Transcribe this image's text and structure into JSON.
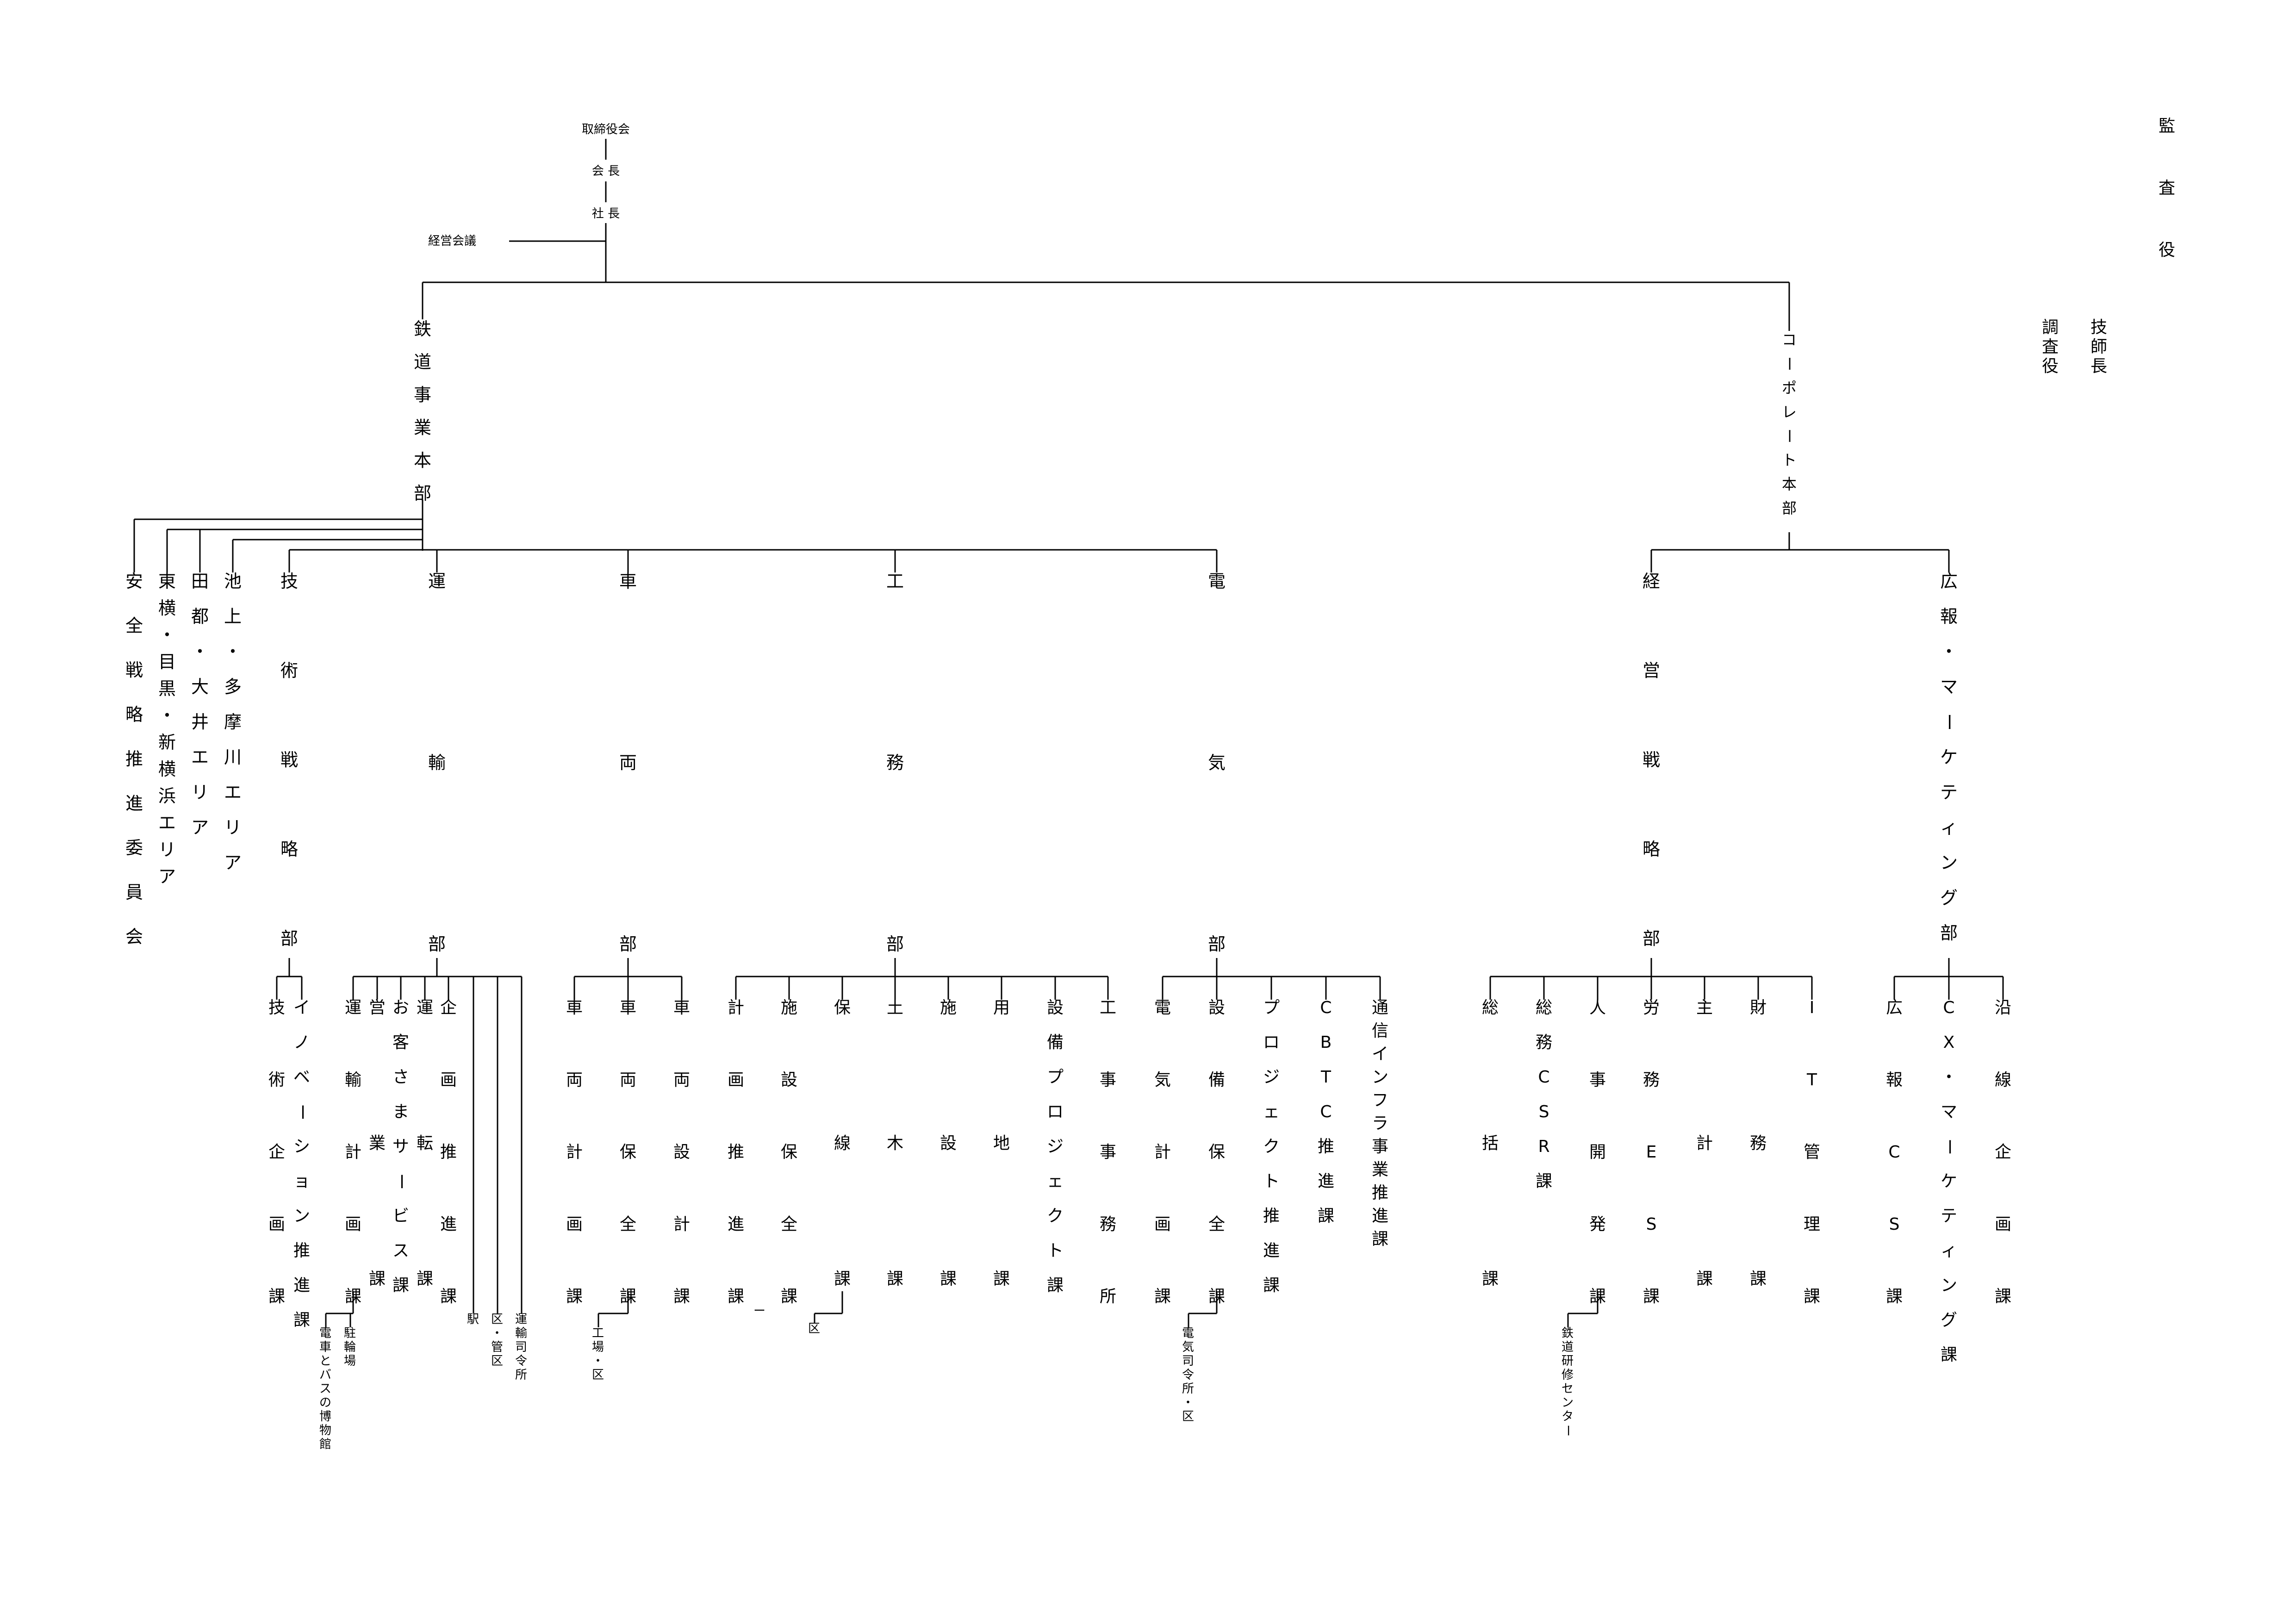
{
  "top": {
    "board": "取締役会",
    "chairman": "会 長",
    "president": "社 長",
    "management_council": "経営会議"
  },
  "side_roles": {
    "auditor": "監査役",
    "chief_engineer": "技師長",
    "investigator": "調査役"
  },
  "headquarters": {
    "railway": "鉄道事業本部",
    "corporate": "コーポレート本部"
  },
  "railway_staff": [
    "安全戦略推進委員会",
    "東横・目黒・新横浜エリア",
    "田都・大井エリア",
    "池上・多摩川エリア"
  ],
  "departments": {
    "tech": "技術戦略部",
    "transport": "運輸部",
    "vehicle": "車両部",
    "works": "工務部",
    "electric": "電気部",
    "management": "経営戦略部",
    "pr": "広報・マーケティング部"
  },
  "sections": {
    "tech": [
      "技術企画課",
      "イノベーション推進課"
    ],
    "transport": [
      "運輸計画課",
      "営業課",
      "お客さまサービス課",
      "運転課",
      "企画推進課"
    ],
    "vehicle": [
      "車両計画課",
      "車両保全課",
      "車両設計課"
    ],
    "works": [
      "計画推進課",
      "施設保全課",
      "保線課",
      "土木課",
      "施設課",
      "用地課",
      "設備プロジェクト課",
      "工事事務所"
    ],
    "electric": [
      "電気計画課",
      "設備保全課",
      "プロジェクト推進課",
      "CBTC推進課",
      "通信インフラ事業推進課"
    ],
    "management": [
      "総括課",
      "総務CSR課",
      "人事開発課",
      "労務ES課",
      "主計課",
      "財務課",
      "IT管理課"
    ],
    "pr": [
      "広報CS課",
      "CX・マーケティング課",
      "沿線企画課"
    ]
  },
  "field_units": {
    "bus_museum": "電車とバスの博物館",
    "parking": "駐輪場",
    "station": "駅",
    "district": "区・管区",
    "dispatch": "運輸司令所",
    "factory": "工場・区",
    "track_dash": "ー",
    "track_district": "区",
    "electric_dispatch": "電気司令所・区",
    "training_center": "鉄道研修センター"
  }
}
